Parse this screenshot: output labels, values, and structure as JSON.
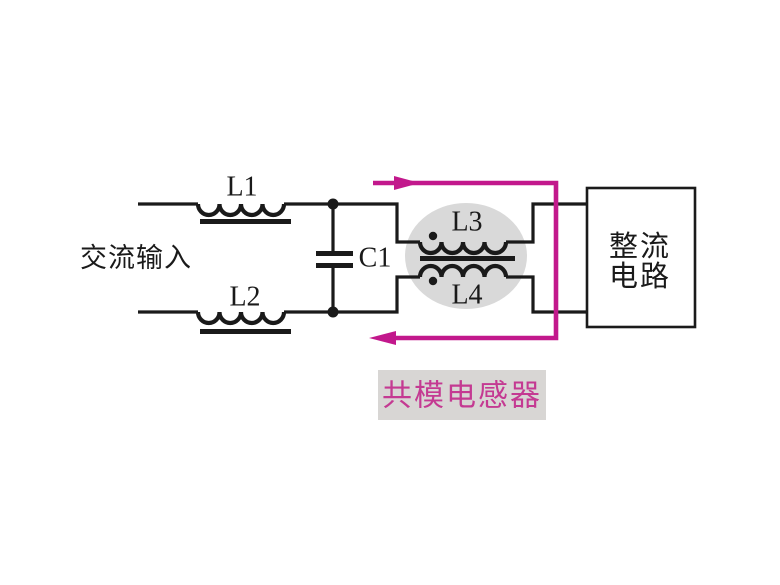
{
  "diagram": {
    "description": "EMI filter schematic with common-mode choke feeding a rectifier",
    "labels": {
      "ac_input": "交流输入",
      "l1": "L1",
      "l2": "L2",
      "l3": "L3",
      "l4": "L4",
      "c1": "C1",
      "rectifier_line1": "整流",
      "rectifier_line2": "电路",
      "caption": "共模电感器"
    }
  },
  "colors": {
    "background": "#ffffff",
    "wire": "#1a1a1a",
    "magenta": "#c2188c",
    "ellipse-gray": "#d9d9d9",
    "caption-bg": "#d8d6d4",
    "caption-text": "#c43a92"
  }
}
